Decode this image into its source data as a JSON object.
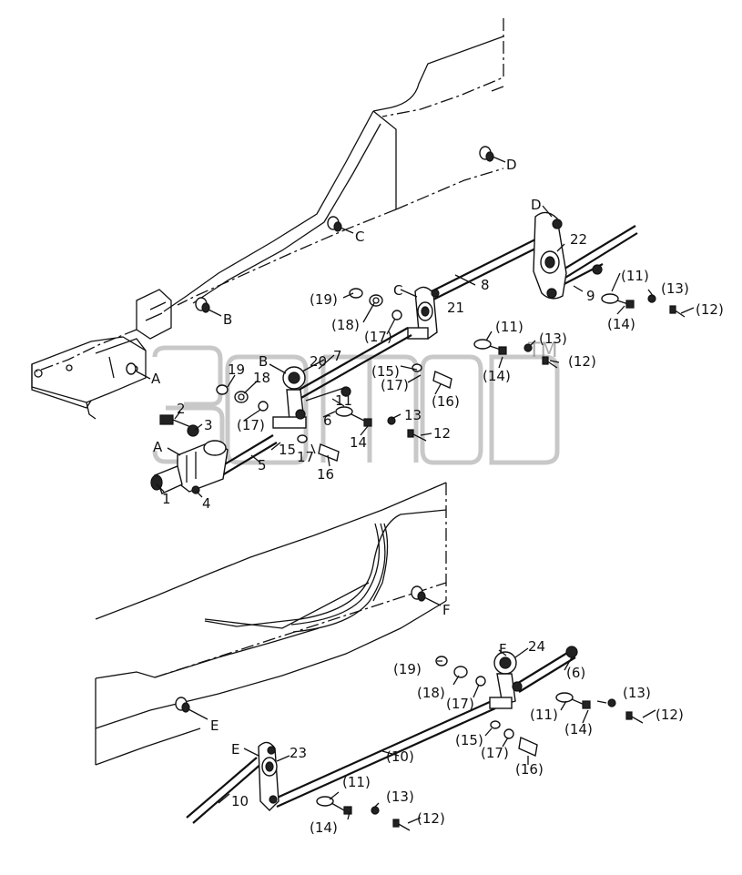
{
  "watermark": {
    "text": "ЭМСР",
    "tm": "TM"
  },
  "labels": {
    "D_top": "D",
    "C_top": "C",
    "B_top": "B",
    "A_top": "A",
    "n19a": "(19)",
    "n18a": "(18)",
    "n17a": "(17)",
    "C_arm": "C",
    "n21": "21",
    "n8": "8",
    "D_arm": "D",
    "n22": "22",
    "n9": "9",
    "n11a": "(11)",
    "n13a": "(13)",
    "n14a": "(14)",
    "n12a": "(12)",
    "n11b": "(11)",
    "n13b": "(13)",
    "n14b": "(14)",
    "n12b": "(12)",
    "B_arm": "B",
    "n20": "20",
    "n7": "7",
    "n15a": "(15)",
    "n17b": "(17)",
    "n16a": "(16)",
    "n19b": "19",
    "n18b": "18",
    "n17c": "(17)",
    "n11c": "11",
    "n6": "6",
    "n13c": "13",
    "n12c": "12",
    "n14c": "14",
    "n2": "2",
    "n3": "3",
    "A_motor": "A",
    "n15b": "15",
    "n17d": "17",
    "n16b": "16",
    "n5": "5",
    "n1": "1",
    "n4": "4",
    "F_top": "F",
    "E_top": "E",
    "F_arm": "F",
    "n24": "24",
    "n19c": "(19)",
    "n18c": "(18)",
    "n17e": "(17)",
    "n6b": "(6)",
    "n13d": "(13)",
    "n11d": "(11)",
    "n12d": "(12)",
    "n14d": "(14)",
    "n15c": "(15)",
    "n17f": "(17)",
    "n16c": "(16)",
    "E_arm": "E",
    "n23": "23",
    "n10a": "(10)",
    "n10b": "10",
    "n11e": "(11)",
    "n13e": "(13)",
    "n14e": "(14)",
    "n12e": "(12)"
  }
}
